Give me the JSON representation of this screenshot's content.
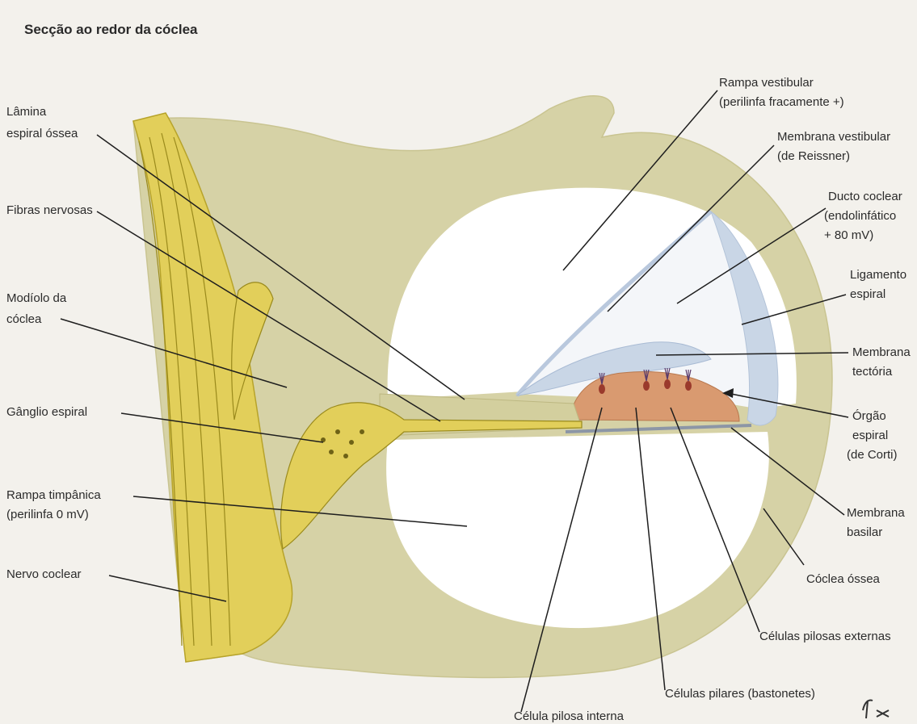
{
  "title": "Secção ao redor da cóclea",
  "signature": "F.N.",
  "labels": {
    "lamina_1": "Lâmina",
    "lamina_2": "espiral óssea",
    "fibras": "Fibras nervosas",
    "modiolo_1": "Modíolo da",
    "modiolo_2": "cóclea",
    "ganglio": "Gânglio espiral",
    "rampa_timp_1": "Rampa timpânica",
    "rampa_timp_2": "(perilinfa 0 mV)",
    "nervo": "Nervo coclear",
    "rampa_vest_1": "Rampa vestibular",
    "rampa_vest_2": "(perilinfa fracamente +)",
    "memb_vest_1": "Membrana vestibular",
    "memb_vest_2": "(de Reissner)",
    "ducto_1": "Ducto coclear",
    "ducto_2": "(endolinfático",
    "ducto_3": "+ 80 mV)",
    "ligamento_1": "Ligamento",
    "ligamento_2": "espiral",
    "tectoria_1": "Membrana",
    "tectoria_2": "tectória",
    "orgao_1": "Órgão",
    "orgao_2": "espiral",
    "orgao_3": "(de Corti)",
    "basilar_1": "Membrana",
    "basilar_2": "basilar",
    "coclea_ossea": "Cóclea óssea",
    "pilosas_ext": "Células pilosas externas",
    "pilares": "Células pilares (bastonetes)",
    "pilosa_int": "Célula pilosa interna"
  },
  "colors": {
    "bone": "#d6d2a6",
    "bone_edge": "#c9c491",
    "nerve": "#e2cf5a",
    "nerve_dark": "#9a8a1c",
    "membrane_blue": "#c9d6e6",
    "corti": "#d99a70",
    "cavity": "#ffffff"
  }
}
